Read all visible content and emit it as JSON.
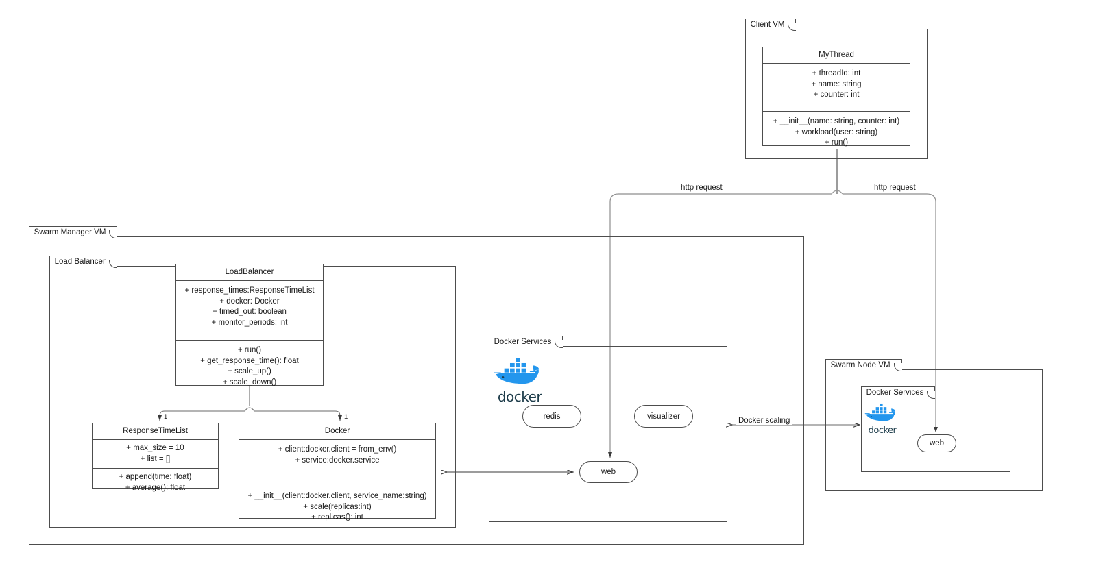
{
  "diagram": {
    "title": "Docker Swarm Load Balancer UML Deployment Diagram",
    "stroke_color": "#4d4d4d",
    "text_color": "#1a1a1a",
    "docker_blue": "#2396ed",
    "docker_dark_blue": "#1d3c4a",
    "background": "#ffffff"
  },
  "nodes": {
    "client_vm": {
      "label": "Client VM"
    },
    "swarm_manager_vm": {
      "label": "Swarm Manager VM"
    },
    "load_balancer_pkg": {
      "label": "Load Balancer"
    },
    "docker_services_manager": {
      "label": "Docker Services"
    },
    "swarm_node_vm": {
      "label": "Swarm Node VM"
    },
    "docker_services_node": {
      "label": "Docker Services"
    }
  },
  "classes": {
    "mythread": {
      "name": "MyThread",
      "attributes": [
        "+ threadId: int",
        "+ name: string",
        "+ counter: int"
      ],
      "methods": [
        "+ __init__(name: string, counter: int)",
        "+ workload(user: string)",
        "+ run()"
      ]
    },
    "loadbalancer": {
      "name": "LoadBalancer",
      "attributes": [
        "+ response_times:ResponseTimeList",
        "+ docker: Docker",
        "+ timed_out: boolean",
        "+ monitor_periods: int"
      ],
      "methods": [
        "+ run()",
        "+ get_response_time(): float",
        "+ scale_up()",
        "+ scale_down()"
      ]
    },
    "responsetimelist": {
      "name": "ResponseTimeList",
      "attributes": [
        "+ max_size = 10",
        "+ list = []"
      ],
      "methods": [
        "+ append(time: float)",
        "+ average(): float"
      ]
    },
    "docker": {
      "name": "Docker",
      "attributes": [
        "+ client:docker.client = from_env()",
        "+ service:docker.service"
      ],
      "methods": [
        "+ __init__(client:docker.client, service_name:string)",
        "+ scale(replicas:int)",
        "+ replicas(): int"
      ]
    }
  },
  "services": {
    "redis": {
      "label": "redis"
    },
    "visualizer": {
      "label": "visualizer"
    },
    "web_manager": {
      "label": "web"
    },
    "web_node": {
      "label": "web"
    }
  },
  "logos": {
    "docker_wordmark": "docker"
  },
  "edges": {
    "http_request_left": {
      "label": "http request"
    },
    "http_request_right": {
      "label": "http request"
    },
    "docker_scaling": {
      "label": "Docker scaling"
    },
    "multiplicity_responsetimelist": "1",
    "multiplicity_docker": "1"
  }
}
